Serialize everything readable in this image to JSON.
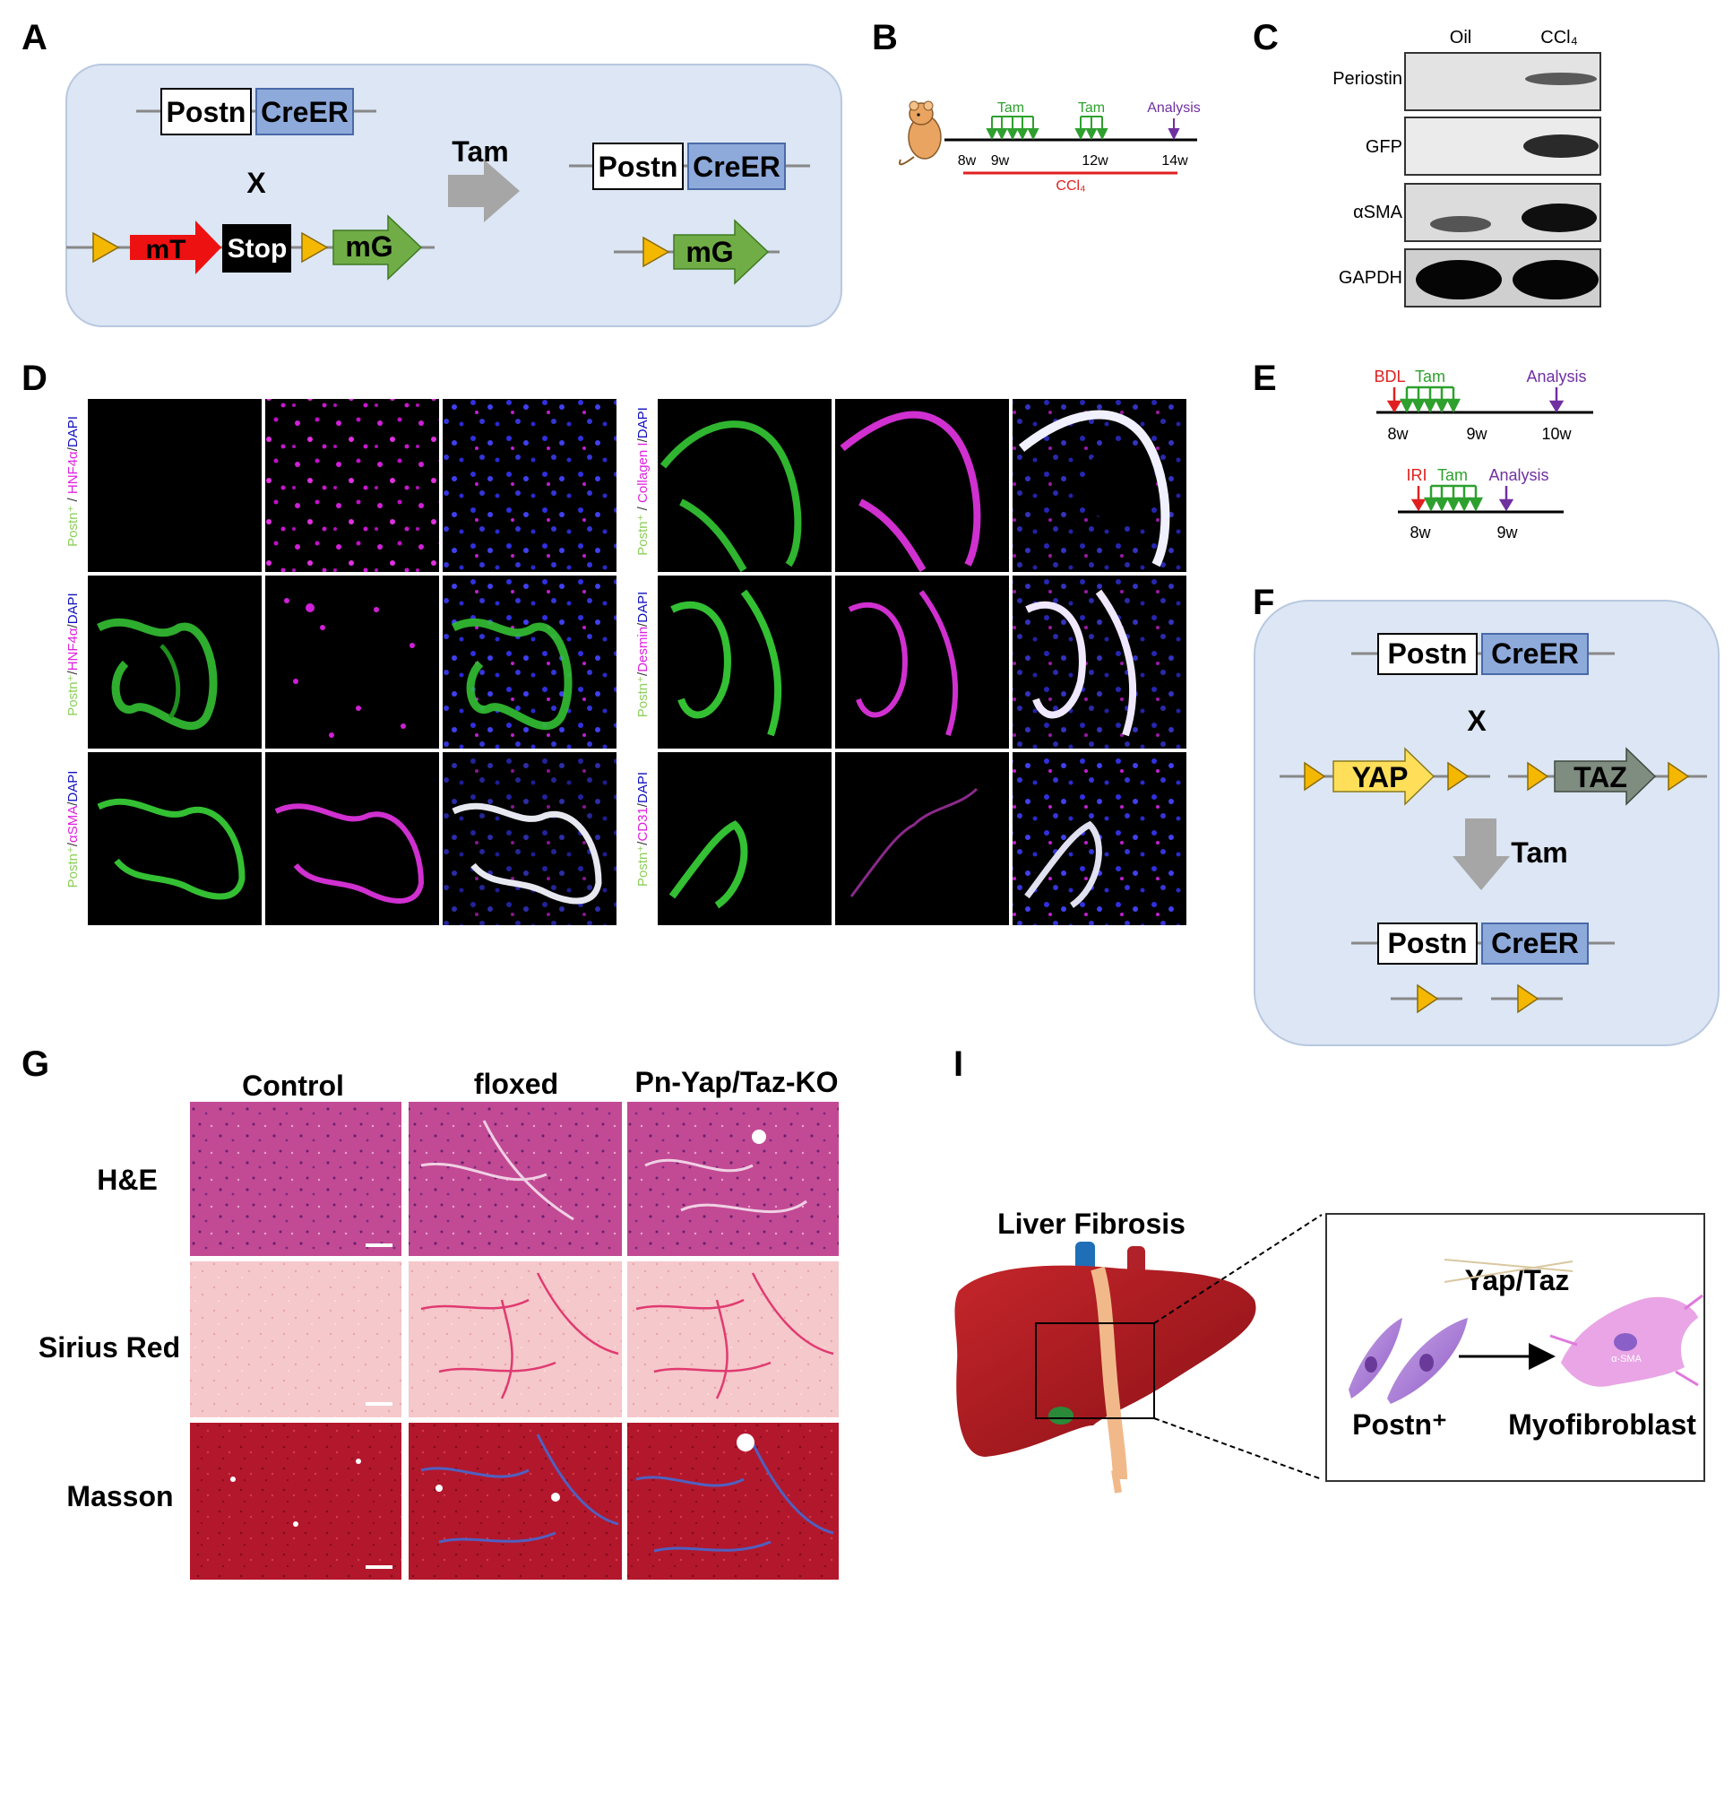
{
  "panels": {
    "A": {
      "letter": "A",
      "gene1_left": "Postn",
      "gene1_right": "CreER",
      "cross": "X",
      "mt": "mT",
      "stop": "Stop",
      "mg": "mG",
      "arrow_label": "Tam",
      "result_left": "Postn",
      "result_right": "CreER",
      "result_mg": "mG"
    },
    "B": {
      "letter": "B",
      "tam1": "Tam",
      "tam2": "Tam",
      "analysis": "Analysis",
      "ticks": [
        "8w",
        "9w",
        "12w",
        "14w"
      ],
      "ccl4": "CCl₄"
    },
    "C": {
      "letter": "C",
      "col1": "Oil",
      "col2": "CCl₄",
      "rows": [
        "Periostin",
        "GFP",
        "αSMA",
        "GAPDH"
      ]
    },
    "D": {
      "letter": "D",
      "left_rows": [
        {
          "a": "Postn⁺",
          "b": "HNF4α",
          "c": "DAPI"
        },
        {
          "a": "Postn⁺",
          "b": "HNF4α",
          "c": "DAPI"
        },
        {
          "a": "Postn⁺",
          "b": "αSMA",
          "c": "DAPI"
        }
      ],
      "right_rows": [
        {
          "a": "Postn⁺",
          "b": "Collagen I",
          "c": "DAPI"
        },
        {
          "a": "Postn⁺",
          "b": "Desmin",
          "c": "DAPI"
        },
        {
          "a": "Postn⁺",
          "b": "CD31",
          "c": "DAPI"
        }
      ]
    },
    "E": {
      "letter": "E",
      "top_injury": "BDL",
      "top_tam": "Tam",
      "top_analysis": "Analysis",
      "top_ticks": [
        "8w",
        "9w",
        "10w"
      ],
      "bottom_injury": "IRI",
      "bottom_tam": "Tam",
      "bottom_analysis": "Analysis",
      "bottom_ticks": [
        "8w",
        "9w"
      ]
    },
    "F": {
      "letter": "F",
      "gene_left": "Postn",
      "gene_right": "CreER",
      "cross": "X",
      "yap": "YAP",
      "taz": "TAZ",
      "arrow_label": "Tam",
      "result_left": "Postn",
      "result_right": "CreER"
    },
    "G": {
      "letter": "G",
      "columns": [
        "Control",
        "floxed",
        "Pn-Yap/Taz-KO"
      ],
      "rows": [
        "H&E",
        "Sirius Red",
        "Masson"
      ]
    },
    "I": {
      "letter": "I",
      "title": "Liver Fibrosis",
      "pathway": "Yap/Taz",
      "cell1": "Postn⁺",
      "cell2": "Myofibroblast",
      "marker": "α-SMA"
    }
  },
  "colors": {
    "panel_bg": "#dce6f4",
    "creer": "#8eaadb",
    "mt_red": "#ee1111",
    "mg_green": "#70ad47",
    "loxp": "#f5b800",
    "tam_green": "#2ea02e",
    "analysis_purple": "#7030a0",
    "ccl4_red": "#e02020",
    "yap_yellow": "#ffdf5a",
    "taz_grey": "#7f8c80",
    "he_pink": "#c4428f",
    "sirius_pink": "#f4c4c8",
    "masson_red": "#b0152a",
    "liver_red": "#a8161c"
  }
}
